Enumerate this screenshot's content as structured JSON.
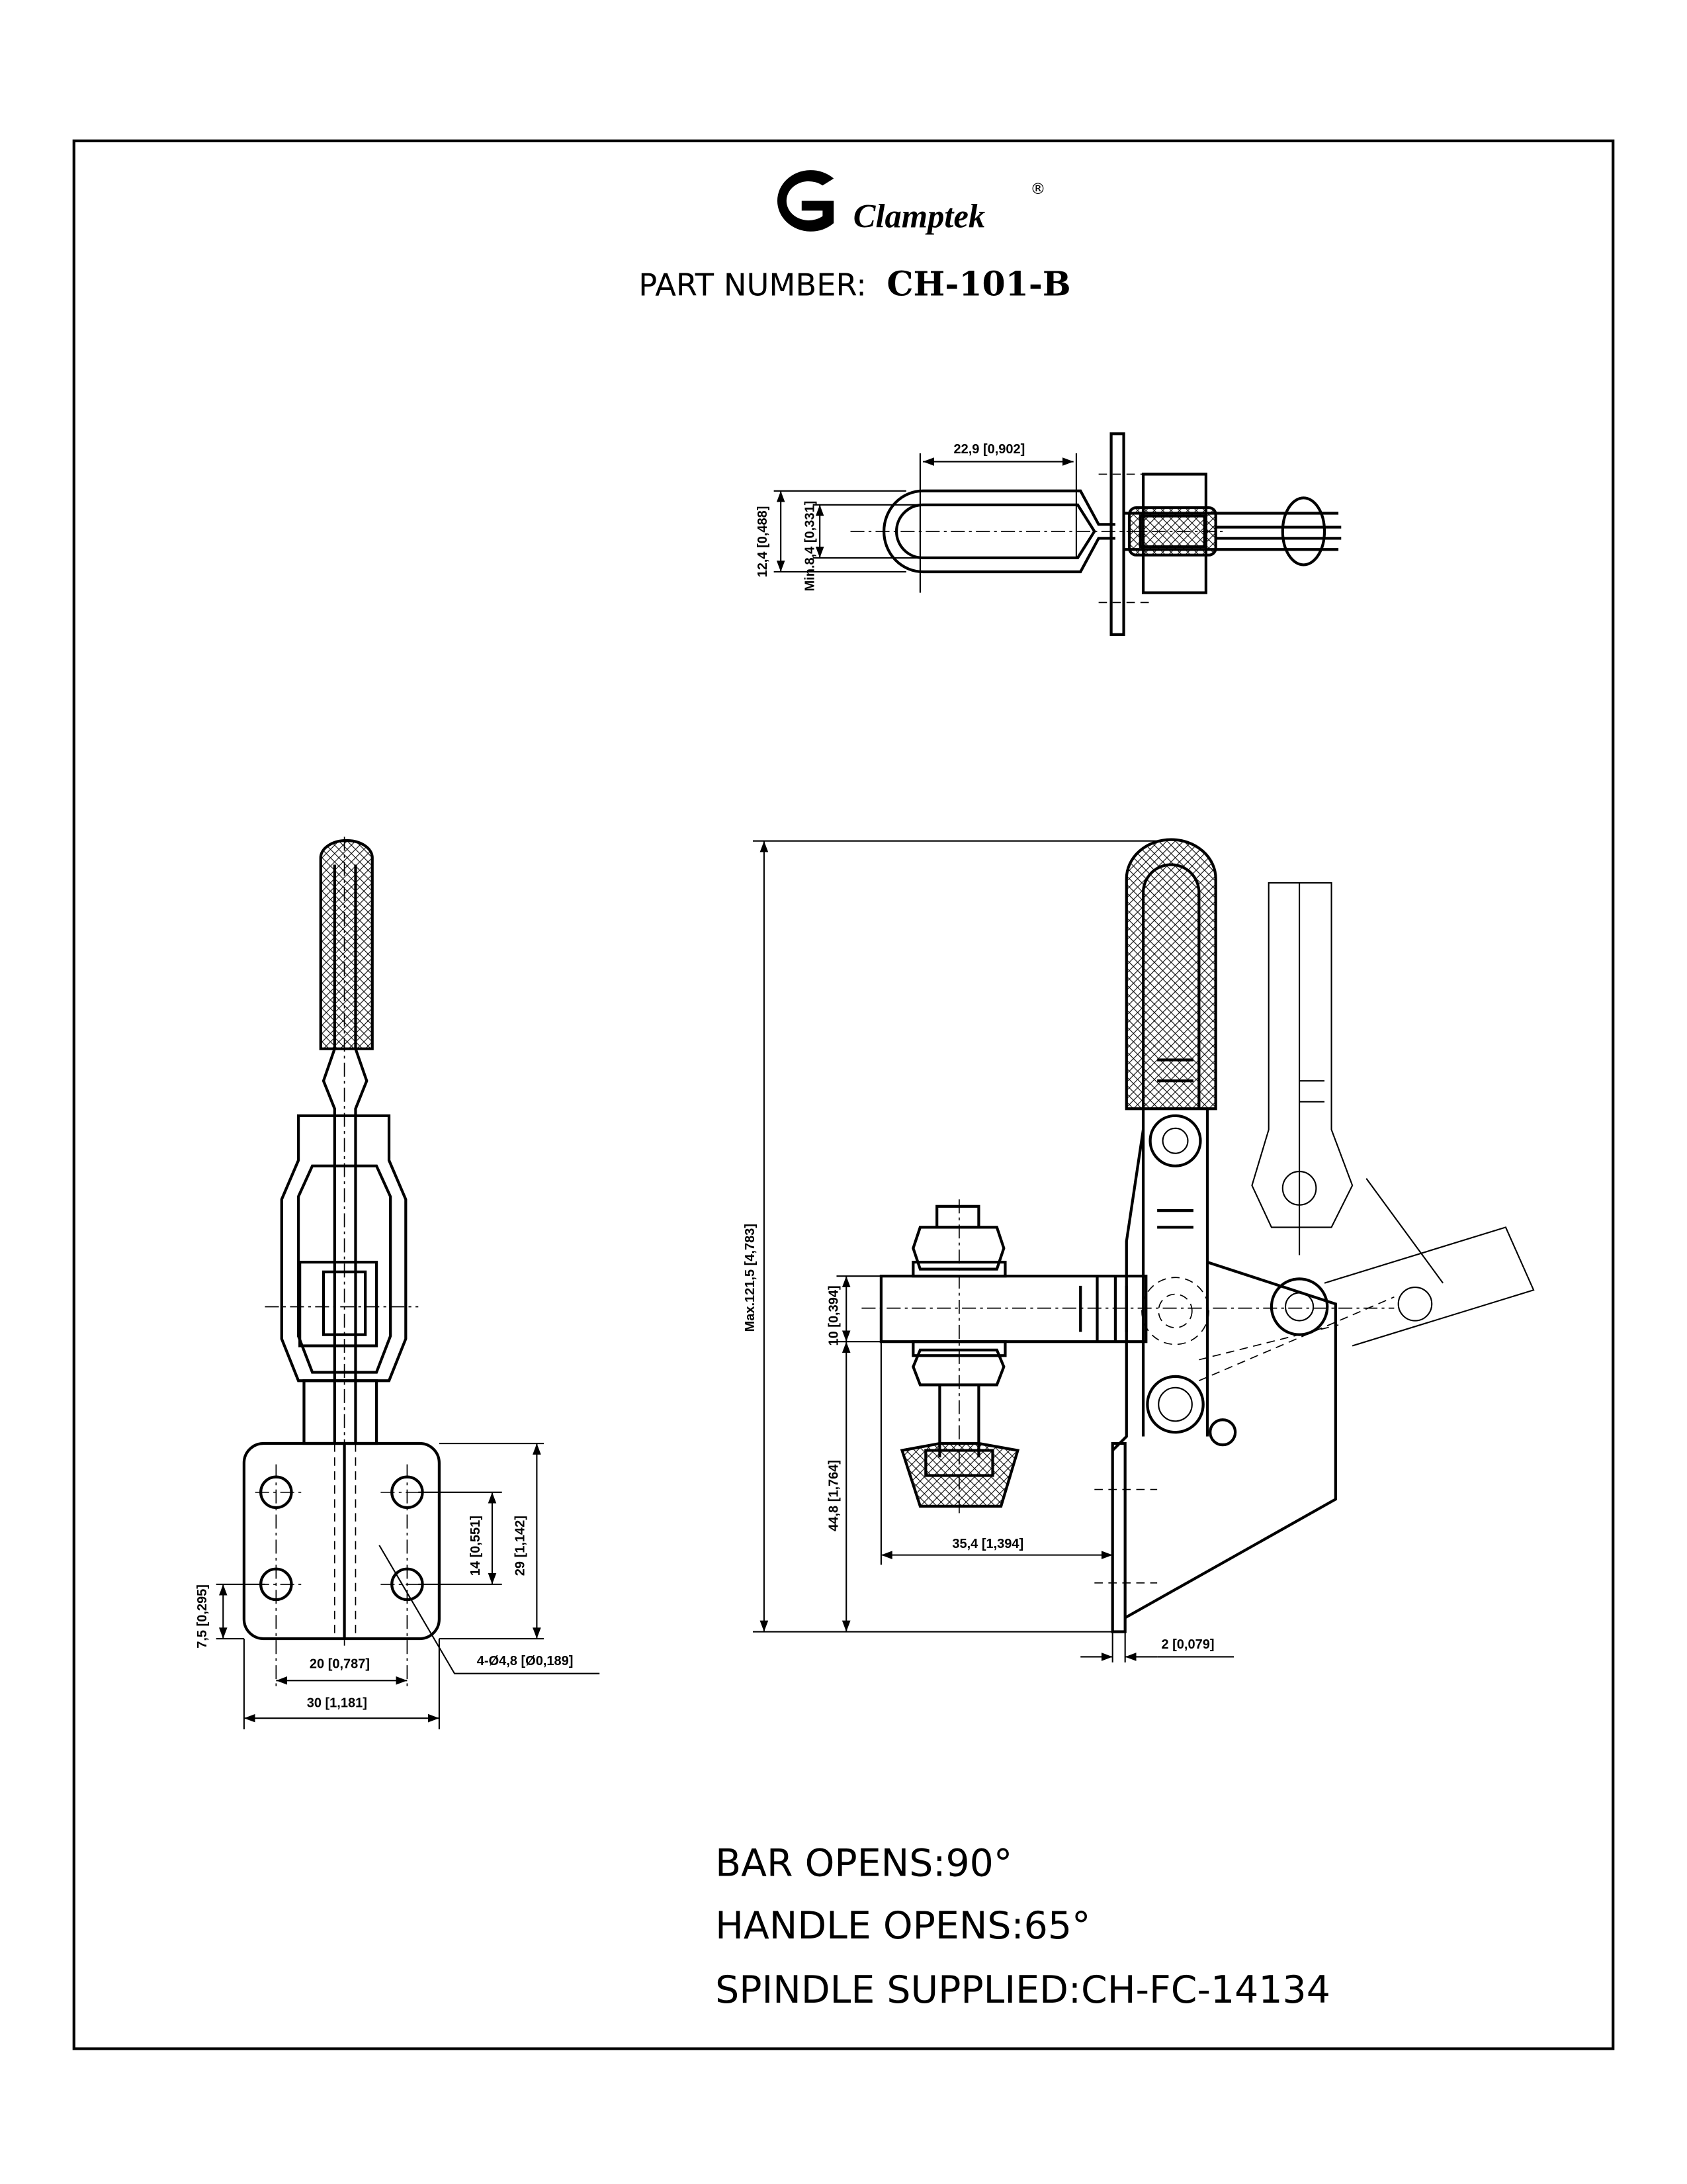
{
  "brand": {
    "name": "Clamptek",
    "registered": "®",
    "logo_letter": "G"
  },
  "header": {
    "part_number_label": "PART NUMBER:",
    "part_number": "CH-101-B"
  },
  "top_view": {
    "length": "22,9 [0,902]",
    "outer_width": "12,4 [0,488]",
    "min_inner": "Min.8,4 [0,331]"
  },
  "front_view": {
    "hole_spacing_x": "20 [0,787]",
    "plate_width": "30 [1,181]",
    "hole_spacing_y": "14 [0,551]",
    "plate_height": "29 [1,142]",
    "hole_edge": "7,5 [0,295]",
    "holes": "4-Ø4,8 [Ø0,189]"
  },
  "side_view": {
    "max_height": "Max.121,5 [4,783]",
    "bar_thickness": "10 [0,394]",
    "bar_height": "44,8 [1,764]",
    "reach": "35,4 [1,394]",
    "plate_thickness": "2 [0,079]"
  },
  "notes": [
    "BAR OPENS:90°",
    "HANDLE OPENS:65°",
    "SPINDLE SUPPLIED:CH-FC-14134"
  ]
}
